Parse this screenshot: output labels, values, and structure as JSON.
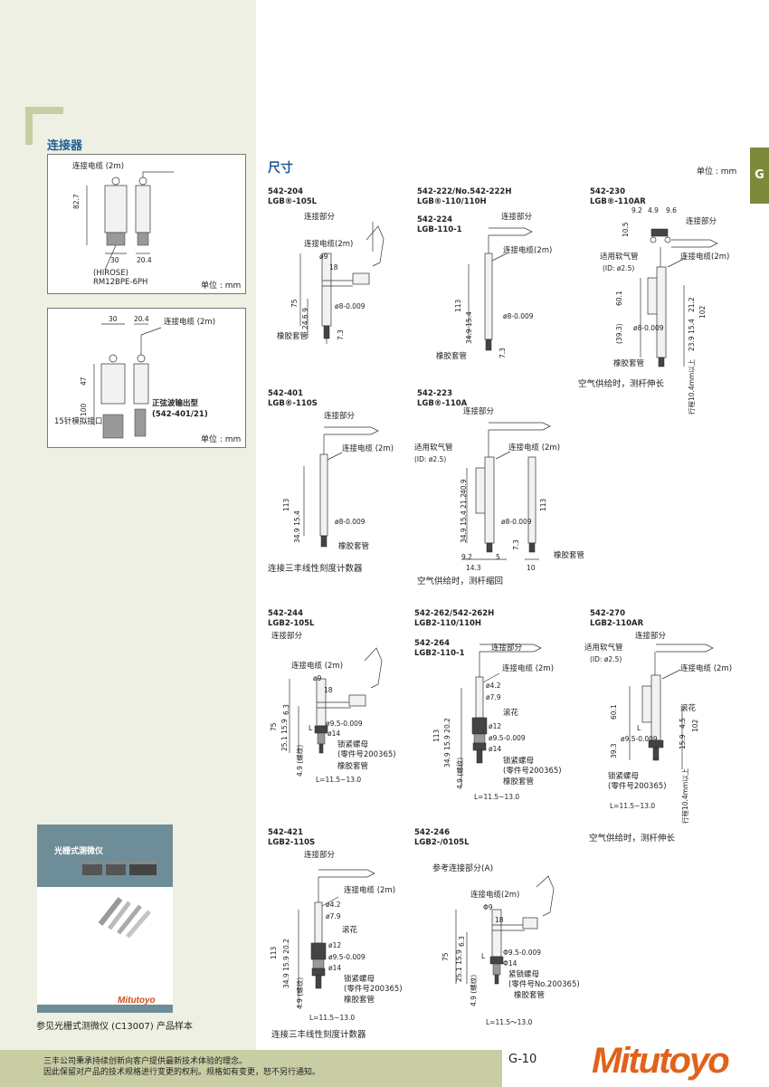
{
  "side_tab": "G",
  "connector": {
    "title": "连接器",
    "box1": {
      "cable_label": "连接电缆 (2m)",
      "dim_height": "82.7",
      "dim_w1": "30",
      "dim_w2": "20.4",
      "part_line1": "(HIROSE)",
      "part_line2": "RM12BPE-6PH",
      "unit": "单位 : mm"
    },
    "box2": {
      "dim_w1": "30",
      "dim_w2": "20.4",
      "cable_label": "连接电缆 (2m)",
      "dim_h1": "47",
      "dim_h2": "100",
      "type_line1": "正弦波输出型",
      "type_line2": "(542-401/21)",
      "pin_label": "15针模拟接口",
      "unit": "单位 : mm"
    }
  },
  "dimensions": {
    "title": "尺寸",
    "unit": "单位 : mm",
    "common": {
      "connect_part": "连接部分",
      "cable": "连接电缆 (2m)",
      "cable_nospace": "连接电缆(2m)",
      "rubber_boot": "橡胶套管",
      "air_hose": "适用软气管",
      "air_hose_id": "(ID: ø2.5)",
      "knurl": "滚花",
      "lock_nut": "锁紧螺母",
      "part_no": "(零件号200365)",
      "d9": "ø9",
      "d8": "ø8-0.009",
      "d42": "ø4.2",
      "d79": "ø7.9",
      "d12": "ø12",
      "d95": "ø9.5-0.009",
      "d14": "ø14",
      "L": "L",
      "L_range": "L=11.5~13.0"
    },
    "p1": {
      "model1": "542-204",
      "model2": "LGB®-105L",
      "d18": "18",
      "d75": "75",
      "d269": "24.6 9",
      "d73": "7.3"
    },
    "p2": {
      "model1": "542-222/No.542-222H",
      "model2": "LGB®-110/110H",
      "model3": "542-224",
      "model4": "LGB-110-1",
      "d113": "113",
      "d349": "34.9 15.4",
      "d73": "7.3"
    },
    "p3": {
      "model1": "542-230",
      "model2": "LGB®-110AR",
      "d92": "9.2",
      "d49": "4.9",
      "d96": "9.6",
      "d105": "10.5",
      "d601": "60.1",
      "d393": "(39.3)",
      "d212": "21.2",
      "d102": "102",
      "d239": "23.9 15.4",
      "stroke": "行程10.4mm以上",
      "note": "空气供给时，测杆伸长"
    },
    "p4": {
      "model1": "542-401",
      "model2": "LGB®-110S",
      "d113": "113",
      "d349": "34.9 15.4",
      "note": "连接三丰线性刻度计数器"
    },
    "p5": {
      "model1": "542-223",
      "model2": "LGB®-110A",
      "d409": "40.9",
      "d212": "34.9 15.4 21.2",
      "d113": "113",
      "d73": "7.3",
      "d92": "9.2",
      "d5": "5",
      "d143": "14.3",
      "d10": "10",
      "note": "空气供给时，测杆缩回"
    },
    "p6": {
      "model1": "542-244",
      "model2": "LGB2-105L",
      "d18": "18",
      "d63": "6.3",
      "d75": "75",
      "d251": "25.1 15.9",
      "d49": "4.9 (螺纹)"
    },
    "p7": {
      "model1": "542-262/542-262H",
      "model2": "LGB2-110/110H",
      "model3": "542-264",
      "model4": "LGB2-110-1",
      "d113": "113",
      "d349": "34.9 15.9 20.2",
      "d49": "4.9 (螺纹)"
    },
    "p8": {
      "model1": "542-270",
      "model2": "LGB2-110AR",
      "d601": "60.1",
      "d393": "39.3",
      "d45": "4.5",
      "d159": "15.9",
      "d102": "102",
      "stroke": "行程10.4mm以上",
      "note": "空气供给时，测杆伸长"
    },
    "p9": {
      "model1": "542-421",
      "model2": "LGB2-110S",
      "d113": "113",
      "d349": "34.9 15.9 20.2",
      "d49": "4.9 (螺纹)",
      "note": "连接三丰线性刻度计数器"
    },
    "p10": {
      "model1": "542-246",
      "model2": "LGB2-/0105L",
      "ref_connect": "参考连接部分(A)",
      "lock_nut2": "紧锁螺母",
      "part_no2": "(零件号No.200365)",
      "d9": "Φ9",
      "d18": "18",
      "d63": "6.3",
      "d75": "75",
      "d251": "25.1 15.9",
      "d95": "Φ9.5-0.009",
      "d14": "Φ14",
      "d49": "4.9 (螺纹)",
      "L_range": "L=11.5〜13.0"
    }
  },
  "catalog": {
    "title": "光栅式测微仪",
    "logo": "Mitutoyo",
    "caption": "参见光栅式测微仪 (C13007) 产品样本"
  },
  "footer": {
    "line1": "三丰公司秉承持续创新向客户提供最新技术体验的理念。",
    "line2": "因此保留对产品的技术规格进行变更的权利。规格如有变更，恕不另行通知。",
    "page": "G-10",
    "brand": "Mitutoyo"
  }
}
